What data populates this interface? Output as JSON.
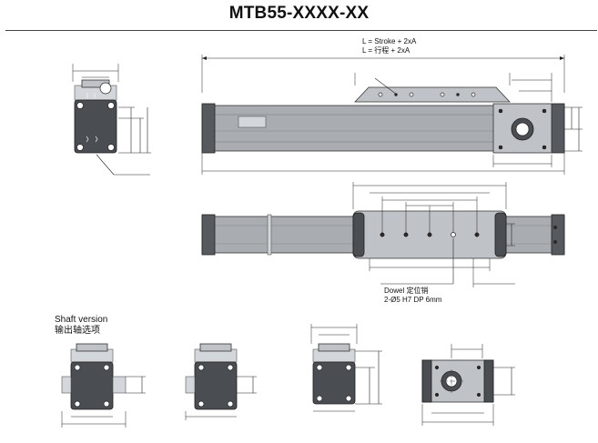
{
  "title": "MTB55-XXXX-XX",
  "length_note": {
    "line1": "L = Stroke + 2xA",
    "line2": "L = 行程    + 2xA"
  },
  "dowel_note": {
    "line1": "Dowel 定位销",
    "line2": "2-Ø5 H7 DP 6mm"
  },
  "shaft_note": {
    "line1": "Shaft version",
    "line2": "输出轴选项"
  }
}
